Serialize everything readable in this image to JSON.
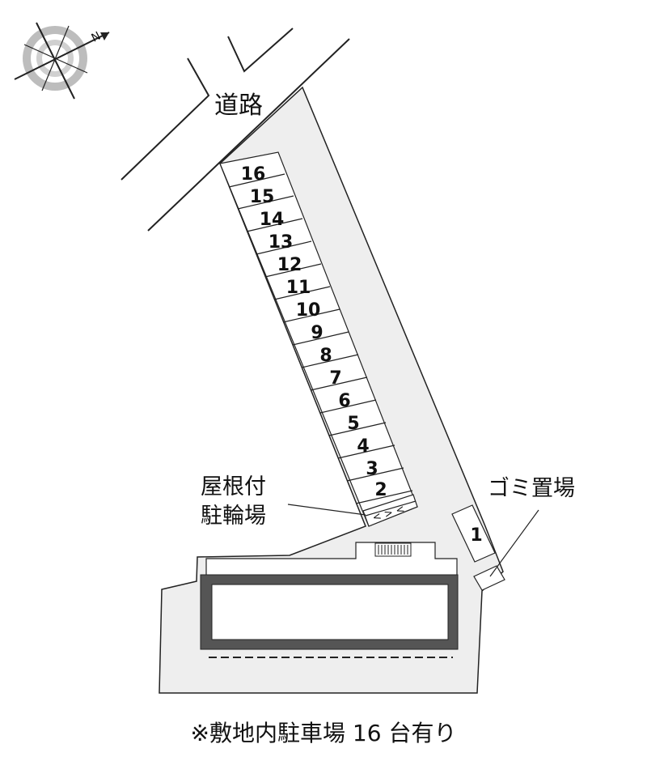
{
  "map": {
    "road_label": "道路",
    "bike_parking_label_line1": "屋根付",
    "bike_parking_label_line2": "駐輪場",
    "garbage_label": "ゴミ置場",
    "compass_letter": "N",
    "footer_note": "※敷地内駐車場 16 台有り",
    "parking_spaces": [
      "16",
      "15",
      "14",
      "13",
      "12",
      "11",
      "10",
      "9",
      "8",
      "7",
      "6",
      "5",
      "4",
      "3",
      "2"
    ],
    "separate_space": "1",
    "colors": {
      "lot": "#eeeeee",
      "line": "#222222",
      "building_wall": "#555555"
    }
  }
}
